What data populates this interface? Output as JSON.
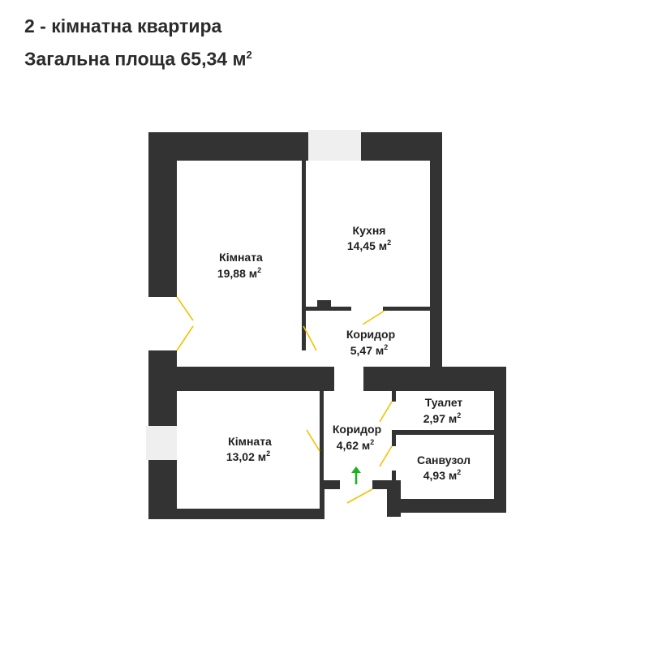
{
  "header": {
    "title": "2 - кімнатна квартира",
    "area_prefix": "Загальна площа 65,34 м",
    "area_sup": "2"
  },
  "colors": {
    "wall": "#333333",
    "window": "#efefef",
    "door": "#f2c200",
    "entrance_arrow": "#1fb01f"
  },
  "rooms": [
    {
      "name": "Кімната",
      "area": "19,88 м",
      "sup": "2"
    },
    {
      "name": "Кухня",
      "area": "14,45 м",
      "sup": "2"
    },
    {
      "name": "Коридор",
      "area": "5,47 м",
      "sup": "2"
    },
    {
      "name": "Туалет",
      "area": "2,97 м",
      "sup": "2"
    },
    {
      "name": "Кімната",
      "area": "13,02 м",
      "sup": "2"
    },
    {
      "name": "Коридор",
      "area": "4,62 м",
      "sup": "2"
    },
    {
      "name": "Санвузол",
      "area": "4,93 м",
      "sup": "2"
    }
  ],
  "entrance_icon": "arrow-up-icon"
}
